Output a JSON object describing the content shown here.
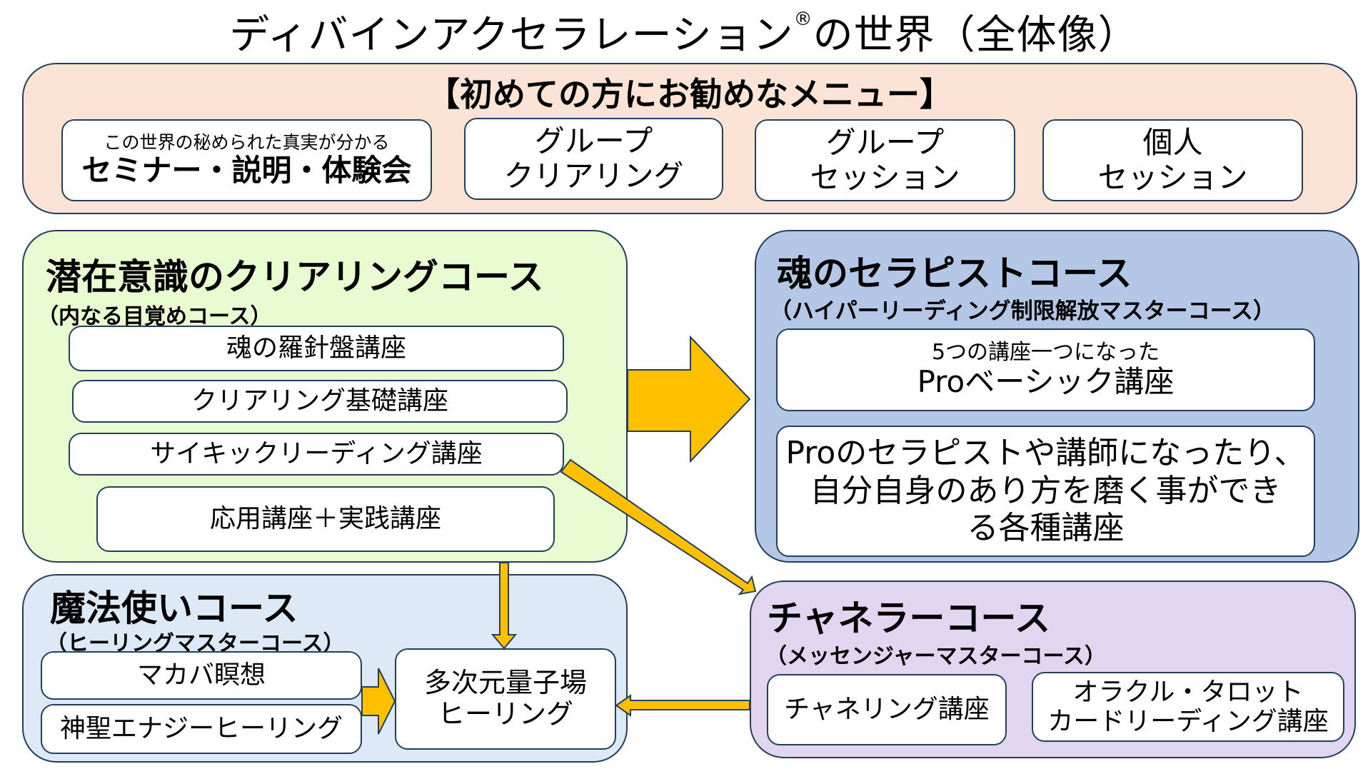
{
  "title": {
    "text": "ディバインアクセラレーション",
    "registered_mark": "®",
    "suffix": "の世界（全体像）"
  },
  "intro_menu": {
    "heading": "【初めての方にお勧めなメニュー】",
    "items": [
      {
        "sub": "この世界の秘められた真実が分かる",
        "label": "セミナー・説明・体験会"
      },
      {
        "line1": "グループ",
        "line2": "クリアリング"
      },
      {
        "line1": "グループ",
        "line2": "セッション"
      },
      {
        "line1": "個人",
        "line2": "セッション"
      }
    ]
  },
  "clearing_course": {
    "title": "潜在意識のクリアリングコース",
    "subtitle": "（内なる目覚めコース）",
    "items": [
      "魂の羅針盤講座",
      "クリアリング基礎講座",
      "サイキックリーディング講座",
      "応用講座＋実践講座"
    ]
  },
  "therapist_course": {
    "title": "魂のセラピストコース",
    "subtitle": "（ハイパーリーディング制限解放マスターコース）",
    "items": [
      {
        "sub": "5つの講座一つになった",
        "label": "Proベーシック講座"
      },
      {
        "line1": "Proのセラピストや講師になったり、",
        "line2": "自分自身のあり方を磨く事ができ",
        "line3": "る各種講座"
      }
    ]
  },
  "wizard_course": {
    "title": "魔法使いコース",
    "subtitle": "（ヒーリングマスターコース）",
    "items": [
      "マカバ瞑想",
      "神聖エナジーヒーリング"
    ],
    "target": {
      "line1": "多次元量子場",
      "line2": "ヒーリング"
    }
  },
  "channeler_course": {
    "title": "チャネラーコース",
    "subtitle": "（メッセンジャーマスターコース）",
    "items": [
      {
        "line1": "チャネリング講座"
      },
      {
        "line1": "オラクル・タロット",
        "line2": "カードリーディング講座"
      }
    ]
  },
  "colors": {
    "intro_bg": "#fbe4d5",
    "clearing_bg": "#e9fbd0",
    "therapist_bg": "#b4c7e7",
    "wizard_bg": "#dde9f6",
    "channeler_bg": "#e2d5f0",
    "arrow": "#ffc000",
    "border": "#243f5a"
  }
}
